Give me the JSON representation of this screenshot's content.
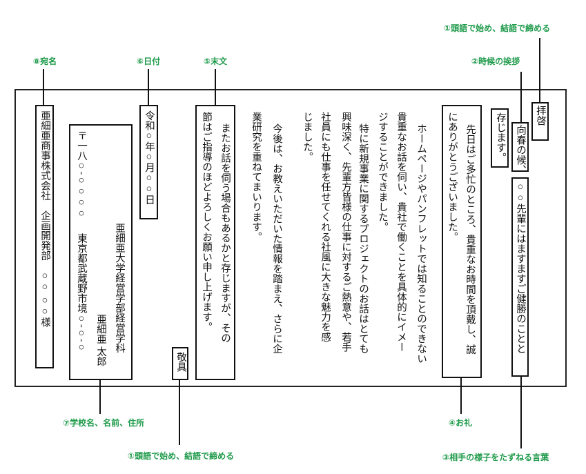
{
  "labels": {
    "l1_top": "①頭語で始め、結語で締める",
    "l2": "②時候の挨拶",
    "l3": "③相手の様子をたずねる言葉",
    "l4": "④お礼",
    "l5": "⑤末文",
    "l6": "⑥日付",
    "l7": "⑦学校名、名前、住所",
    "l8": "⑧宛名",
    "l1_bottom": "①頭語で始め、結語で締める"
  },
  "letter": {
    "opening": "拝啓",
    "season": "向春の候、",
    "season_end": "存じます。",
    "wellbeing": "○○先輩にはますますご健勝のことと",
    "thanks": [
      "先日はご多忙のところ、貴重なお時間を頂戴し、誠",
      "にありがとうございました。"
    ],
    "body": [
      "ホームページやパンフレットでは知ることのできない",
      "貴重なお話を伺い、貴社で働くことを具体的にイメー",
      "ジすることができました。",
      "特に新規事業に関するプロジェクトのお話はとても",
      "興味深く、先輩方皆様の仕事に対するご熱意や、若手",
      "社員にも仕事を任せてくれる社風に大きな魅力を感",
      "じました。",
      "今後は、お教えいただいた情報を踏まえ、さらに企",
      "業研究を重ねてまいります。"
    ],
    "closing_text": [
      "またお話を伺う場合もあるかと存じますが、その",
      "節はご指導のほどよろしくお願い申し上げます。"
    ],
    "closing_word": "敬具",
    "date": "令和○年○月○○日",
    "sender": {
      "postal": "〒一八○-○○○○",
      "address": "東京都武蔵野市境○-○-○",
      "school": "亜細亜大学経営学部経営学科",
      "name": "亜細亜 太郎"
    },
    "recipient": "亜細亜商事株式会社　企画開発部　○○ ○○様"
  },
  "colors": {
    "label": "#1e9a4a"
  }
}
